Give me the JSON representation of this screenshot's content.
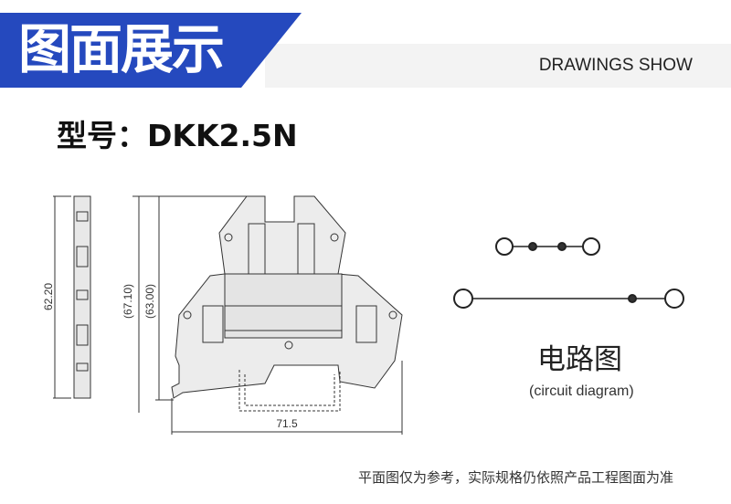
{
  "header": {
    "title": "图面展示",
    "subtitle": "DRAWINGS SHOW",
    "accent_color": "#2549be"
  },
  "model": {
    "label": "型号：DKK2.5N"
  },
  "drawing": {
    "dim_height_side": "62.20",
    "dim_height_total": "(67.10)",
    "dim_height_body": "(63.00)",
    "dim_width": "71.5"
  },
  "circuit": {
    "label": "电路图",
    "sublabel": "(circuit diagram)"
  },
  "footer": {
    "note": "平面图仅为参考，实际规格仍依照产品工程图面为准"
  }
}
